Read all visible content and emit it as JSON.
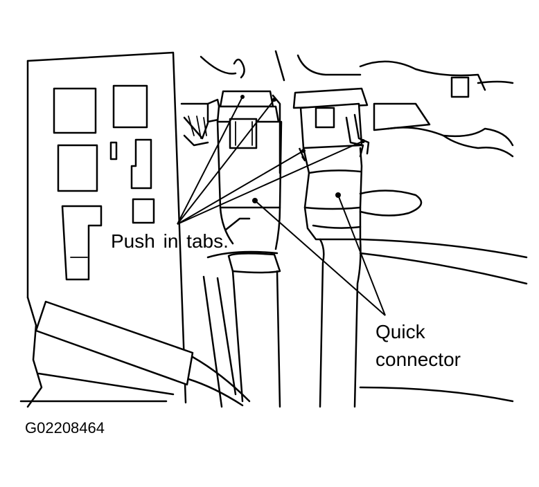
{
  "labels": {
    "push_in_tabs": "Push in tabs.",
    "quick_connector_line1": "Quick",
    "quick_connector_line2": "connector"
  },
  "figure_code": "G02208464",
  "colors": {
    "ink": "#000000",
    "paper": "#ffffff"
  }
}
